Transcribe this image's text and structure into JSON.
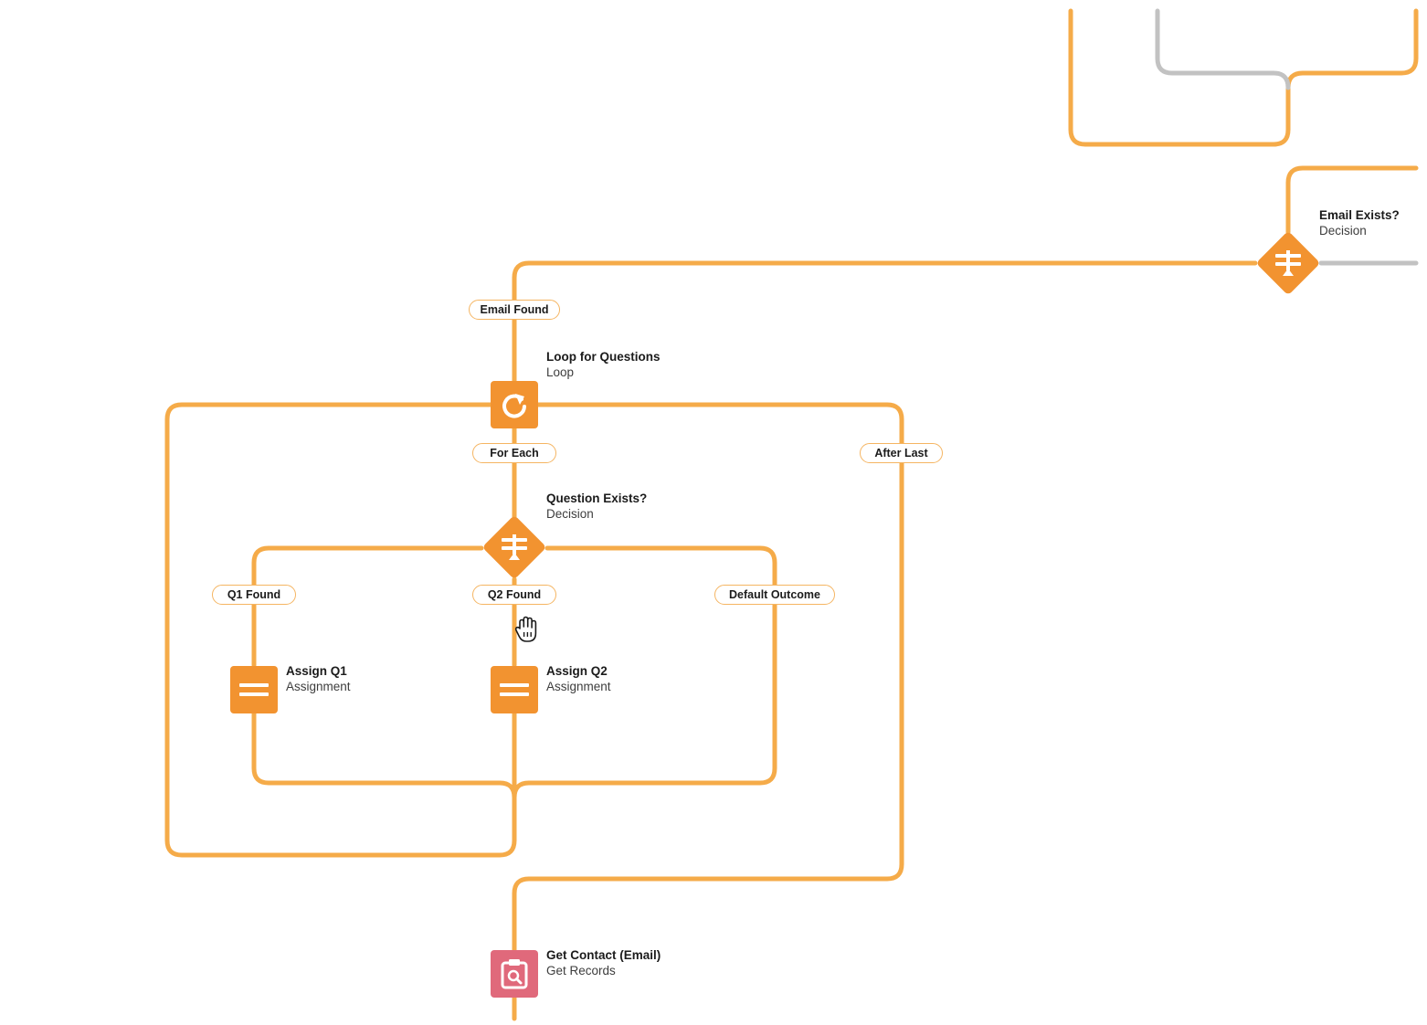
{
  "colors": {
    "connector": "#f5ab49",
    "connector_default": "#c2c2c2",
    "logic_node": "#f29330",
    "records_node": "#e0697b",
    "pill_border": "#f5b562"
  },
  "nodes": {
    "email_exists": {
      "title": "Email Exists?",
      "type": "Decision",
      "icon": "decision-icon"
    },
    "loop_questions": {
      "title": "Loop for Questions",
      "type": "Loop",
      "icon": "loop-icon"
    },
    "question_exists": {
      "title": "Question Exists?",
      "type": "Decision",
      "icon": "decision-icon"
    },
    "assign_q1": {
      "title": "Assign Q1",
      "type": "Assignment",
      "icon": "assignment-icon"
    },
    "assign_q2": {
      "title": "Assign Q2",
      "type": "Assignment",
      "icon": "assignment-icon"
    },
    "get_contact": {
      "title": "Get Contact (Email)",
      "type": "Get Records",
      "icon": "get-records-icon"
    }
  },
  "connector_labels": {
    "email_found": "Email Found",
    "for_each": "For Each",
    "after_last": "After Last",
    "q1_found": "Q1 Found",
    "q2_found": "Q2 Found",
    "default_outcome": "Default Outcome"
  },
  "cursor": {
    "icon": "grab-hand-cursor-icon"
  }
}
